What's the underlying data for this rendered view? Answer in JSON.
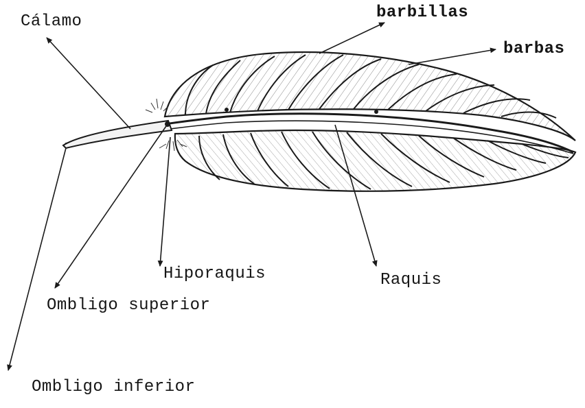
{
  "labels": {
    "calamo": "Cálamo",
    "barbillas": "barbillas",
    "barbas": "barbas",
    "hiporaquis": "Hiporaquis",
    "raquis": "Raquis",
    "ombligo_superior": "Ombligo superior",
    "ombligo_inferior": "Ombligo inferior"
  },
  "colors": {
    "ink": "#1a1a1a",
    "paper": "#ffffff"
  }
}
